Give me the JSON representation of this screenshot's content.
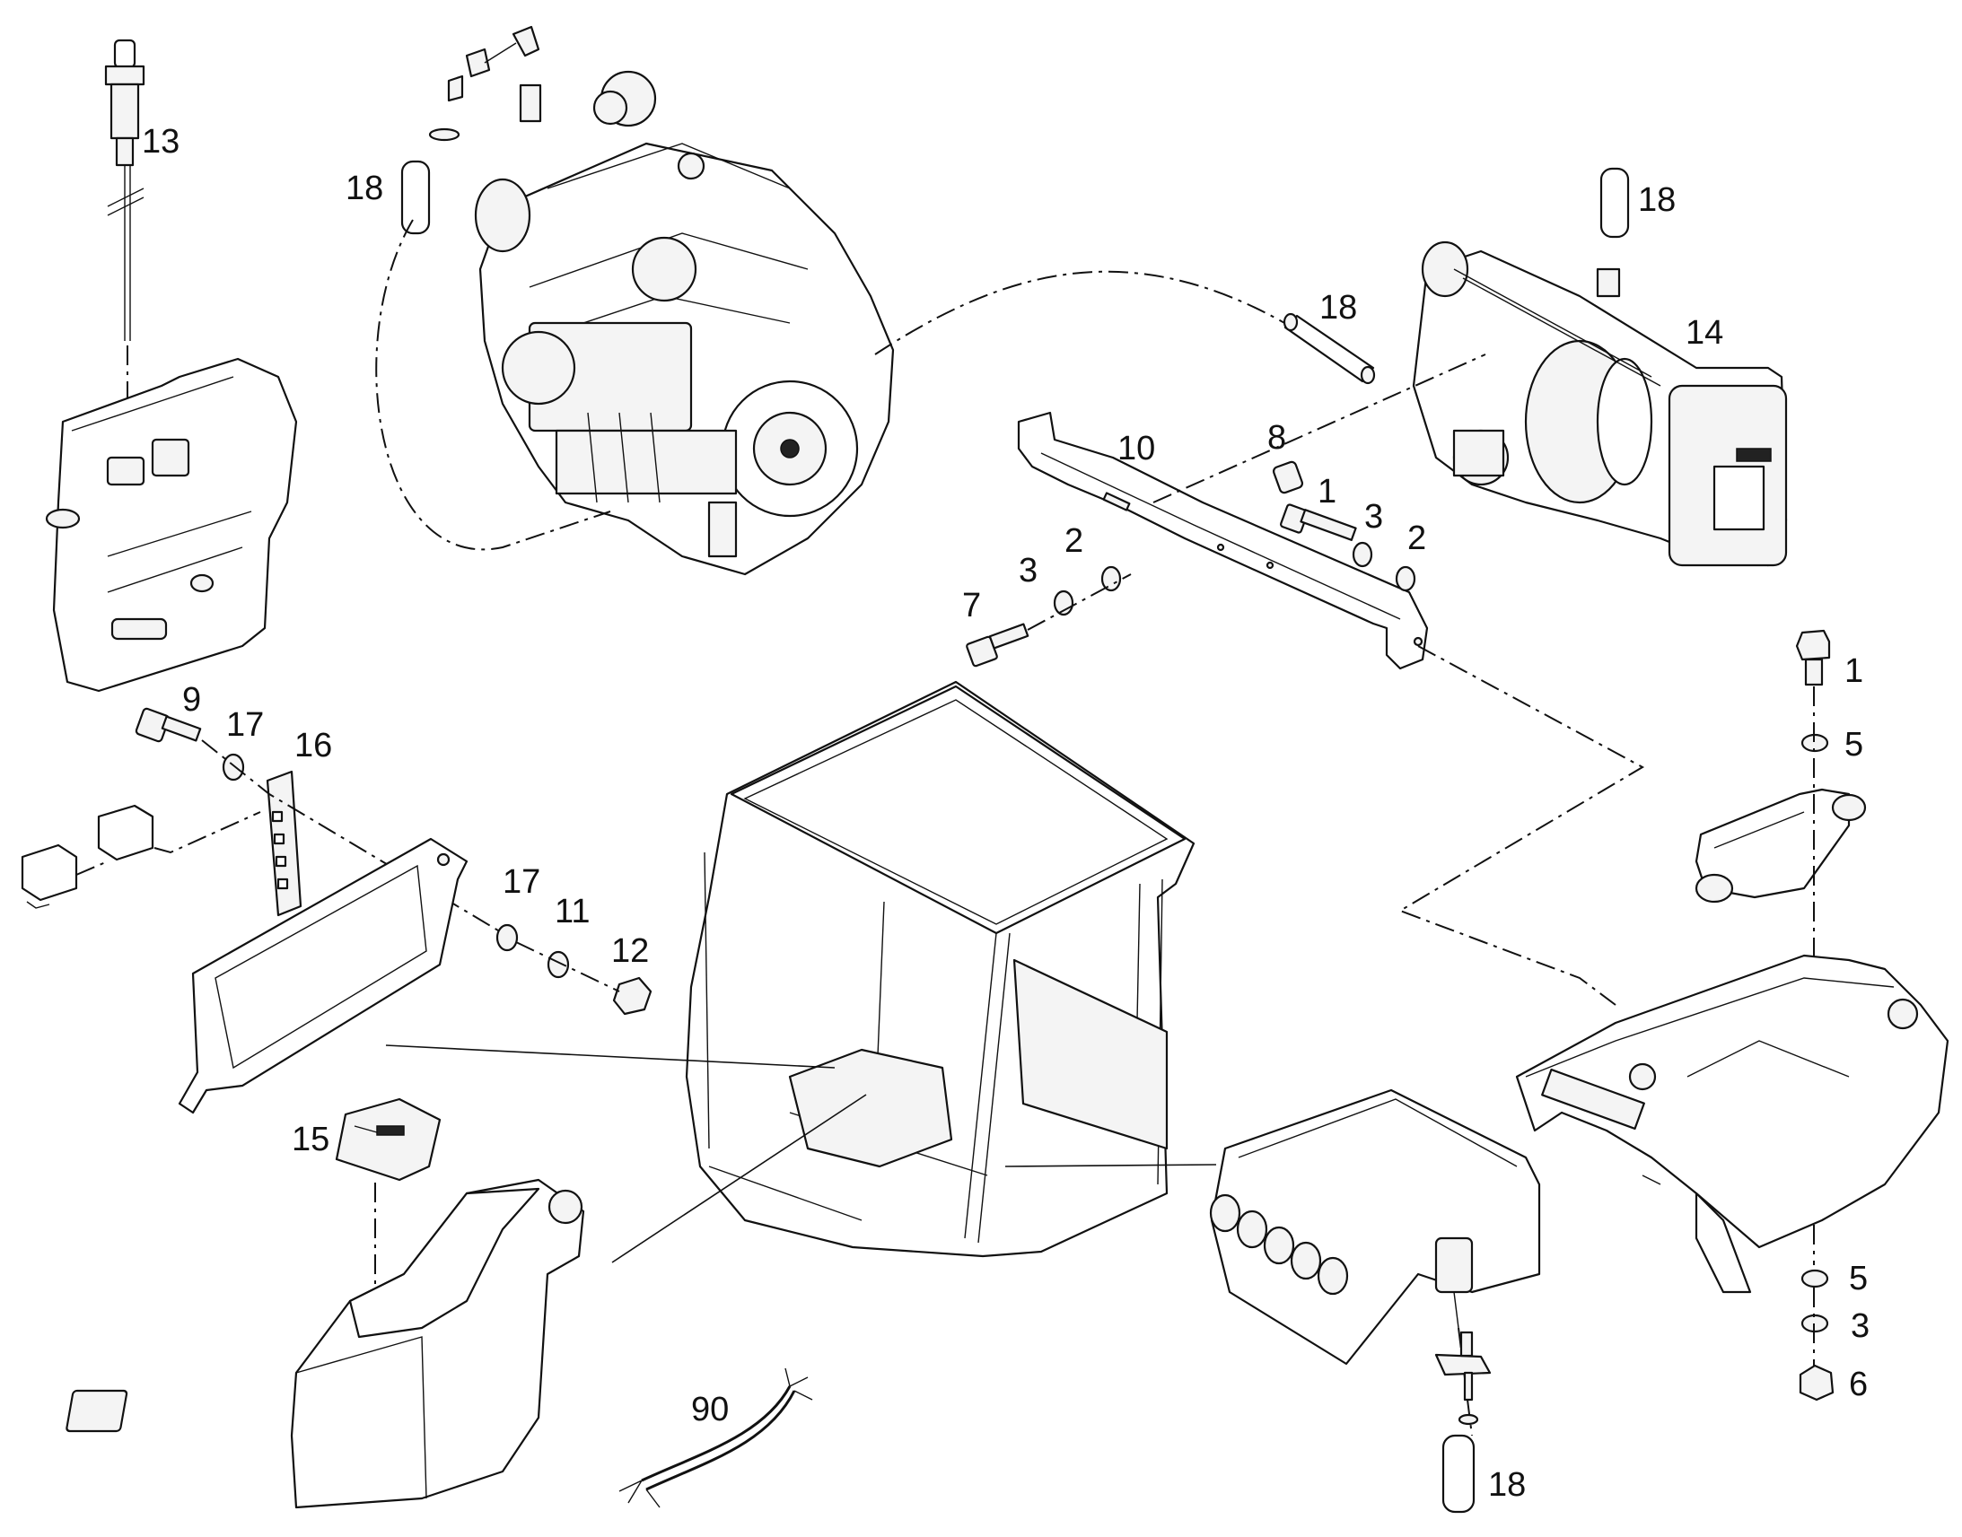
{
  "callouts": [
    {
      "id": "c13",
      "text": "13"
    },
    {
      "id": "c18a",
      "text": "18"
    },
    {
      "id": "c18b",
      "text": "18"
    },
    {
      "id": "c18c",
      "text": "18"
    },
    {
      "id": "c18d",
      "text": "18"
    },
    {
      "id": "c14",
      "text": "14"
    },
    {
      "id": "c10",
      "text": "10"
    },
    {
      "id": "c8",
      "text": "8"
    },
    {
      "id": "c1a",
      "text": "1"
    },
    {
      "id": "c3a",
      "text": "3"
    },
    {
      "id": "c2a",
      "text": "2"
    },
    {
      "id": "c2b",
      "text": "2"
    },
    {
      "id": "c3b",
      "text": "3"
    },
    {
      "id": "c7",
      "text": "7"
    },
    {
      "id": "c9",
      "text": "9"
    },
    {
      "id": "c17a",
      "text": "17"
    },
    {
      "id": "c16",
      "text": "16"
    },
    {
      "id": "c17b",
      "text": "17"
    },
    {
      "id": "c11",
      "text": "11"
    },
    {
      "id": "c12",
      "text": "12"
    },
    {
      "id": "c15",
      "text": "15"
    },
    {
      "id": "c90",
      "text": "90"
    },
    {
      "id": "c1b",
      "text": "1"
    },
    {
      "id": "c5a",
      "text": "5"
    },
    {
      "id": "c5b",
      "text": "5"
    },
    {
      "id": "c3c",
      "text": "3"
    },
    {
      "id": "c6",
      "text": "6"
    }
  ]
}
